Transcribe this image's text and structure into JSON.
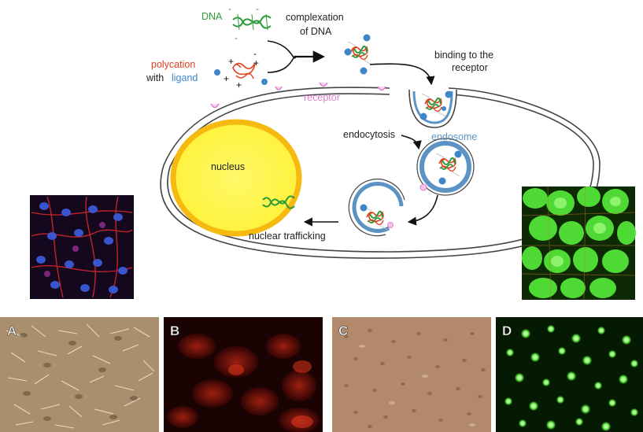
{
  "labels": {
    "dna": "DNA",
    "complexation_line1": "complexation",
    "complexation_line2": "of DNA",
    "polycation": "polycation",
    "with": "with",
    "ligand": "ligand",
    "binding_line1": "binding to the",
    "binding_line2": "receptor",
    "receptor": "receptor",
    "endocytosis": "endocytosis",
    "endosome": "endosome",
    "nucleus": "nucleus",
    "nuclear_trafficking": "nuclear trafficking"
  },
  "panels": {
    "a": "A",
    "b": "B",
    "c": "C",
    "d": "D"
  },
  "colors": {
    "dna_green": "#2e9a3a",
    "polycation_red": "#e0401e",
    "ligand_blue": "#3f86c8",
    "receptor_pink": "#e07ccf",
    "endosome_blue": "#5b93c4",
    "nucleus_yellow": "#fff23d",
    "nucleus_rim": "#f5b90f",
    "arrow_black": "#111111"
  }
}
